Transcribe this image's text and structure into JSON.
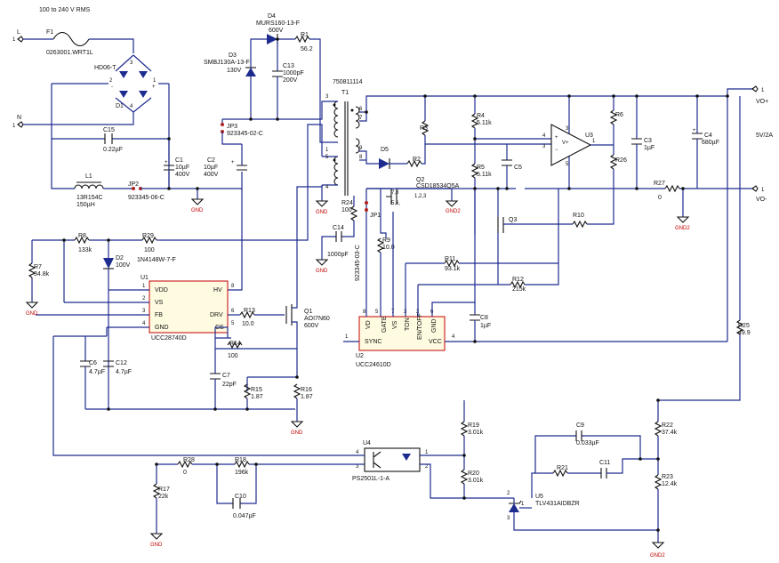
{
  "title": "100 to 240 V RMS",
  "terminals": {
    "l": "L",
    "n": "N",
    "vo_plus": "VO+",
    "vo_minus": "VO-",
    "output_rating": "5V/2A",
    "pin_l": "1",
    "pin_n": "1",
    "pin_vop": "1",
    "pin_vom": "1"
  },
  "grounds": {
    "gnd": "GND",
    "gnd2": "GND2"
  },
  "fuse": {
    "ref": "F1",
    "value": "0263001.WRT1L"
  },
  "bridge": {
    "ref": "D1",
    "part": "HD06-T"
  },
  "d2": {
    "ref": "D2",
    "value": "100V",
    "part": "1N4148W-7-F"
  },
  "d3": {
    "ref": "D3",
    "part": "SMBJ130A-13-F",
    "value": "130V"
  },
  "d4": {
    "ref": "D4",
    "part": "MURS160-13-F",
    "value": "600V"
  },
  "d5": {
    "ref": "D5"
  },
  "transformer": {
    "ref": "T1",
    "part": "750811114"
  },
  "caps": {
    "c1": {
      "ref": "C1",
      "value": "10µF",
      "voltage": "400V"
    },
    "c2": {
      "ref": "C2",
      "value": "10µF",
      "voltage": "400V"
    },
    "c3": {
      "ref": "C3",
      "value": "1µF"
    },
    "c4": {
      "ref": "C4",
      "value": "680µF"
    },
    "c5": {
      "ref": "C5"
    },
    "c6": {
      "ref": "C6",
      "value": "4.7µF"
    },
    "c7": {
      "ref": "C7",
      "value": "22pF"
    },
    "c8": {
      "ref": "C8",
      "value": "1µF"
    },
    "c9": {
      "ref": "C9",
      "value": "0.033µF"
    },
    "c10": {
      "ref": "C10",
      "value": "0.047µF"
    },
    "c11": {
      "ref": "C11"
    },
    "c12": {
      "ref": "C12",
      "value": "4.7µF"
    },
    "c13": {
      "ref": "C13",
      "value": "1000pF",
      "voltage": "200V"
    },
    "c14": {
      "ref": "C14",
      "value": "1000pF"
    },
    "c15": {
      "ref": "C15",
      "value": "0.22µF"
    }
  },
  "inductor": {
    "ref": "L1",
    "part": "13R154C",
    "value": "150µH"
  },
  "jumpers": {
    "jp1": {
      "ref": "JP1",
      "part": "923345-03-C"
    },
    "jp2": {
      "ref": "JP2",
      "part": "923345-06-C"
    },
    "jp3": {
      "ref": "JP3",
      "part": "923345-02-C"
    }
  },
  "resistors": {
    "r1": {
      "ref": "R1",
      "value": "56.2"
    },
    "r2": {
      "ref": "R2"
    },
    "r3": {
      "ref": "R3"
    },
    "r4": {
      "ref": "R4",
      "value": "5.11k"
    },
    "r5": {
      "ref": "R5",
      "value": "5.11k"
    },
    "r6": {
      "ref": "R6"
    },
    "r7": {
      "ref": "R7",
      "value": "34.8k"
    },
    "r8": {
      "ref": "R8",
      "value": "133k"
    },
    "r9": {
      "ref": "R9",
      "value": "10.0"
    },
    "r10": {
      "ref": "R10"
    },
    "r11": {
      "ref": "R11",
      "value": "93.1k"
    },
    "r12": {
      "ref": "R12",
      "value": "215k"
    },
    "r13": {
      "ref": "R13",
      "value": "10.0"
    },
    "r14": {
      "ref": "R14",
      "value": "100"
    },
    "r15": {
      "ref": "R15",
      "value": "1.87"
    },
    "r16": {
      "ref": "R16",
      "value": "1.87"
    },
    "r17": {
      "ref": "R17",
      "value": "22k"
    },
    "r18": {
      "ref": "R18",
      "value": "196k"
    },
    "r19": {
      "ref": "R19",
      "value": "3.01k"
    },
    "r20": {
      "ref": "R20",
      "value": "3.01k"
    },
    "r21": {
      "ref": "R21"
    },
    "r22": {
      "ref": "R22",
      "value": "37.4k"
    },
    "r23": {
      "ref": "R23",
      "value": "12.4k"
    },
    "r24": {
      "ref": "R24",
      "value": "100"
    },
    "r25": {
      "ref": "R25",
      "value": "49.9"
    },
    "r26": {
      "ref": "R26"
    },
    "r27": {
      "ref": "R27",
      "value": "0"
    },
    "r28": {
      "ref": "R28",
      "value": "0"
    },
    "r29": {
      "ref": "R29",
      "value": "100"
    }
  },
  "q1": {
    "ref": "Q1",
    "part": "AOI7N60",
    "value": "600V"
  },
  "q2": {
    "ref": "Q2",
    "part": "CSD18534Q5A",
    "pins_a": "7,8",
    "pins_b": "5,6,",
    "pins_c": "1,2,3"
  },
  "q3": {
    "ref": "Q3"
  },
  "u1": {
    "ref": "U1",
    "part": "UCC28740D",
    "pins": {
      "vdd": "VDD",
      "vs": "VS",
      "fb": "FB",
      "gnd": "GND",
      "hv": "HV",
      "drv": "DRV",
      "cs": "CS"
    }
  },
  "u2": {
    "ref": "U2",
    "part": "UCC24610D",
    "pins": {
      "vd": "VD",
      "gate": "GATE",
      "vs": "VS",
      "ton": "TON",
      "entoff": "EN/TOFF",
      "gnd": "GND",
      "sync": "SYNC",
      "vcc": "VCC"
    }
  },
  "u3": {
    "ref": "U3"
  },
  "u4": {
    "ref": "U4",
    "part": "PS2501L-1-A"
  },
  "u5": {
    "ref": "U5",
    "part": "TLV431AIDBZR"
  }
}
